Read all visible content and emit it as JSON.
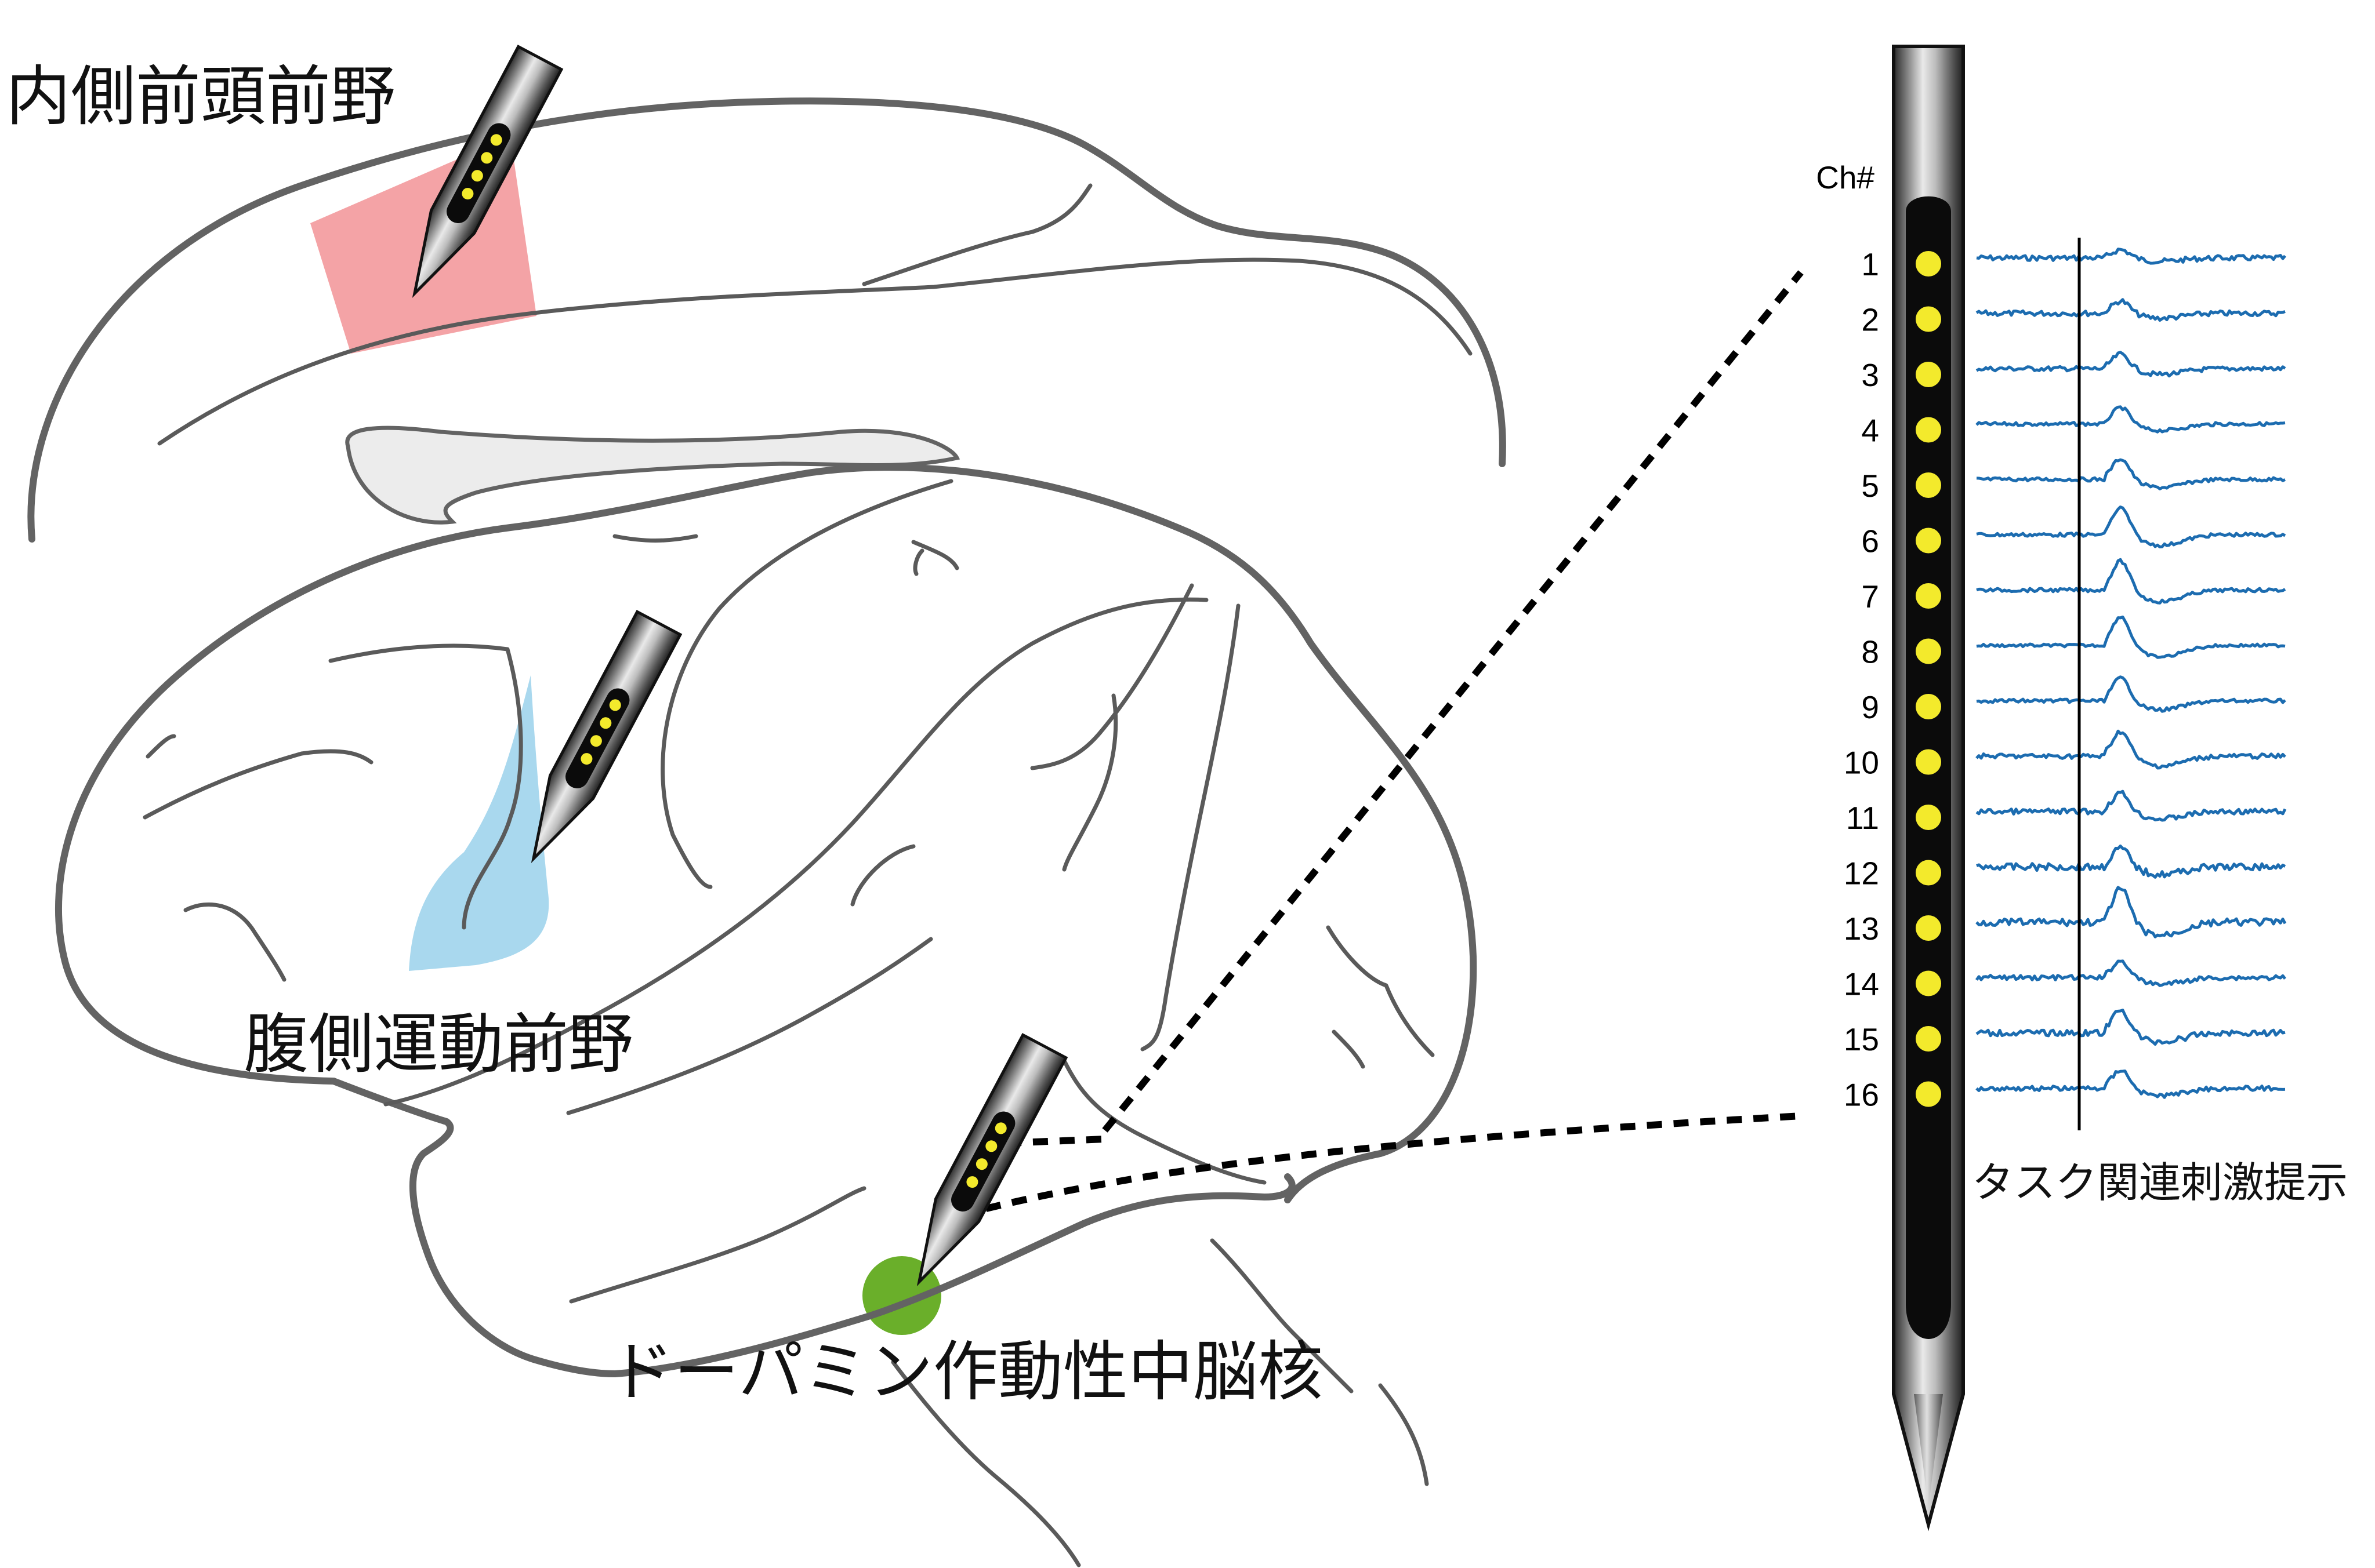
{
  "regions": {
    "mpfc": "内側前頭前野",
    "pmv": "腹側運動前野",
    "vta": "ドーパミン作動性中脳核"
  },
  "probe": {
    "channel_header": "Ch#",
    "channels": [
      "1",
      "2",
      "3",
      "4",
      "5",
      "6",
      "7",
      "8",
      "9",
      "10",
      "11",
      "12",
      "13",
      "14",
      "15",
      "16"
    ]
  },
  "event_label": "タスク関連刺激提示",
  "colors": {
    "mpfc_area": "#f4a3a6",
    "pmv_area": "#a9d8ee",
    "vta_area": "#6aaf2a",
    "corpus_callosum": "#ececec",
    "contact": "#f3ea2c",
    "trace": "#1c6cb0",
    "brain_outline": "#636363"
  }
}
